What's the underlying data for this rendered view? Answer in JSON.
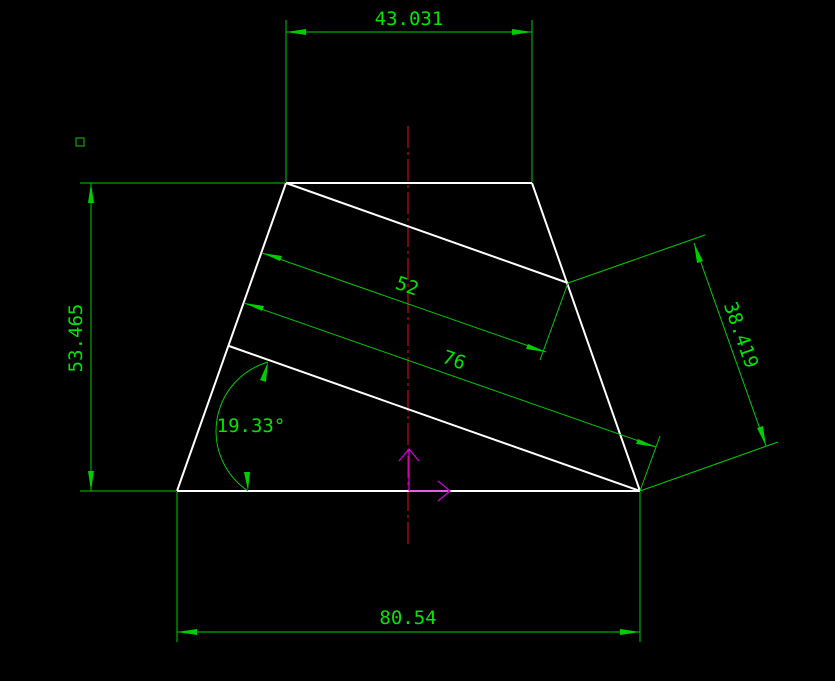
{
  "drawing": {
    "colors": {
      "background": "#000000",
      "geometry": "#ffffff",
      "dimension": "#00cc00",
      "center_line": "#e0102a",
      "ucs_icon": "#d000d0"
    },
    "dimensions": {
      "top_width": "43.031",
      "left_height": "53.465",
      "bottom_width": "80.54",
      "upper_band": "52",
      "lower_band": "76",
      "right_offset": "38.419",
      "angle": "19.33°"
    }
  }
}
